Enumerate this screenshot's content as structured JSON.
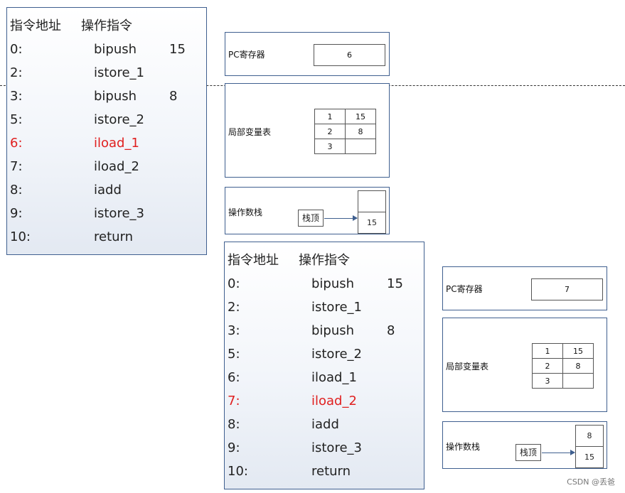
{
  "frames": [
    {
      "header": {
        "address": "指令地址",
        "instruction": "操作指令"
      },
      "instructions": [
        {
          "addr": "0:",
          "op": "bipush",
          "arg": "15"
        },
        {
          "addr": "2:",
          "op": "istore_1",
          "arg": ""
        },
        {
          "addr": "3:",
          "op": "bipush",
          "arg": "8"
        },
        {
          "addr": "5:",
          "op": "istore_2",
          "arg": ""
        },
        {
          "addr": "6:",
          "op": "iload_1",
          "arg": ""
        },
        {
          "addr": "7:",
          "op": "iload_2",
          "arg": ""
        },
        {
          "addr": "8:",
          "op": "iadd",
          "arg": ""
        },
        {
          "addr": "9:",
          "op": "istore_3",
          "arg": ""
        },
        {
          "addr": "10:",
          "op": "return",
          "arg": ""
        }
      ],
      "highlight_index": 4,
      "pc_label": "PC寄存器",
      "pc_value": "6",
      "locals_label": "局部变量表",
      "locals": [
        [
          "1",
          "15"
        ],
        [
          "2",
          "8"
        ],
        [
          "3",
          ""
        ]
      ],
      "stack_label": "操作数栈",
      "stack_top_label": "栈顶",
      "stack": [
        "",
        "15"
      ]
    },
    {
      "header": {
        "address": "指令地址",
        "instruction": "操作指令"
      },
      "instructions": [
        {
          "addr": "0:",
          "op": "bipush",
          "arg": "15"
        },
        {
          "addr": "2:",
          "op": "istore_1",
          "arg": ""
        },
        {
          "addr": "3:",
          "op": "bipush",
          "arg": "8"
        },
        {
          "addr": "5:",
          "op": "istore_2",
          "arg": ""
        },
        {
          "addr": "6:",
          "op": "iload_1",
          "arg": ""
        },
        {
          "addr": "7:",
          "op": "iload_2",
          "arg": ""
        },
        {
          "addr": "8:",
          "op": "iadd",
          "arg": ""
        },
        {
          "addr": "9:",
          "op": "istore_3",
          "arg": ""
        },
        {
          "addr": "10:",
          "op": "return",
          "arg": ""
        }
      ],
      "highlight_index": 5,
      "pc_label": "PC寄存器",
      "pc_value": "7",
      "locals_label": "局部变量表",
      "locals": [
        [
          "1",
          "15"
        ],
        [
          "2",
          "8"
        ],
        [
          "3",
          ""
        ]
      ],
      "stack_label": "操作数栈",
      "stack_top_label": "栈顶",
      "stack": [
        "8",
        "15"
      ]
    }
  ],
  "colors": {
    "highlight": "#e02020",
    "border": "#3f5f8f"
  },
  "watermark": "CSDN @丢爸"
}
